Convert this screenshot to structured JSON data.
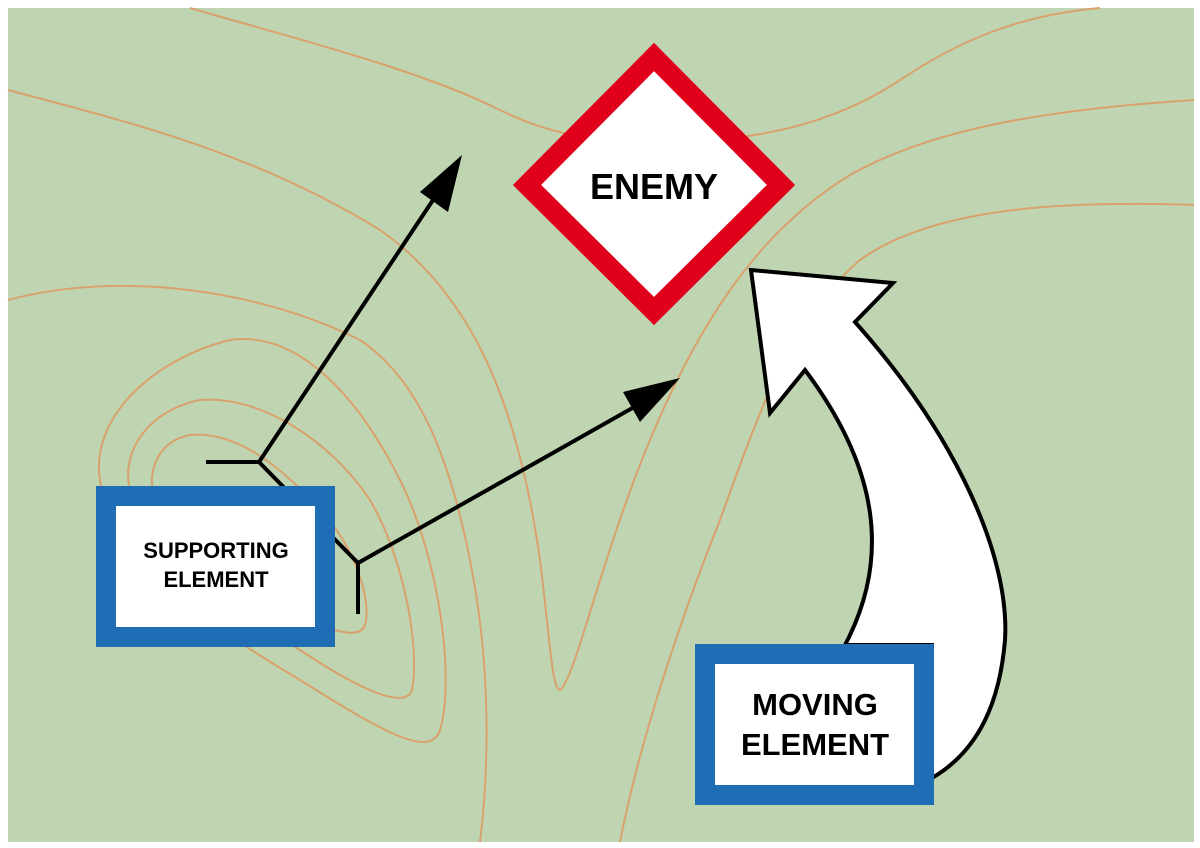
{
  "labels": {
    "enemy": "ENEMY",
    "supporting_line1": "SUPPORTING",
    "supporting_line2": "ELEMENT",
    "moving_line1": "MOVING",
    "moving_line2": "ELEMENT"
  },
  "colors": {
    "terrain": "#bfd5b1",
    "contour": "#d9a16b",
    "enemy_border": "#e0001b",
    "friendly_border": "#1f6db5",
    "arrow": "#000000",
    "box_fill": "#ffffff"
  }
}
